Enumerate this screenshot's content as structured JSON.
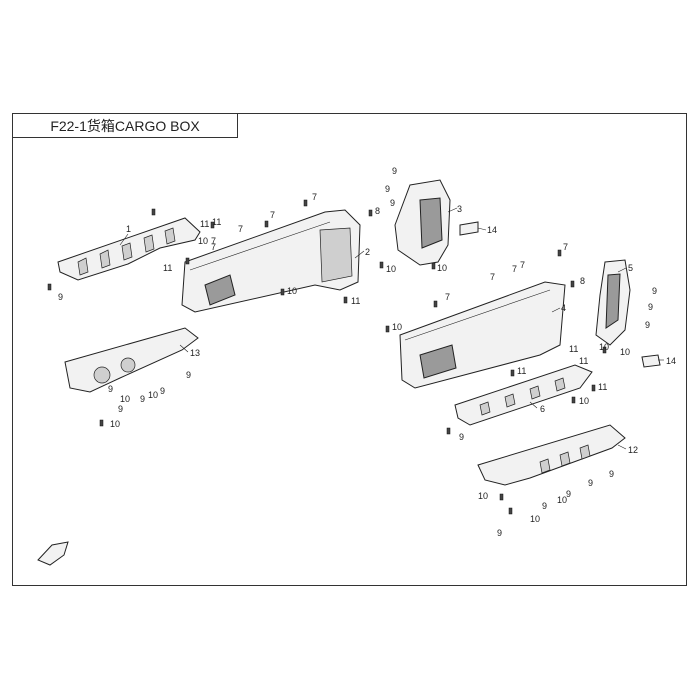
{
  "diagram": {
    "title": "F22-1货箱CARGO BOX",
    "labels": [
      {
        "id": "l1",
        "text": "1"
      },
      {
        "id": "l2",
        "text": "2"
      },
      {
        "id": "l3",
        "text": "3"
      },
      {
        "id": "l4",
        "text": "4"
      },
      {
        "id": "l5",
        "text": "5"
      },
      {
        "id": "l6",
        "text": "6"
      },
      {
        "id": "l7a",
        "text": "7"
      },
      {
        "id": "l7b",
        "text": "7"
      },
      {
        "id": "l7c",
        "text": "7"
      },
      {
        "id": "l7d",
        "text": "7"
      },
      {
        "id": "l7e",
        "text": "7"
      },
      {
        "id": "l7f",
        "text": "7"
      },
      {
        "id": "l7g",
        "text": "7"
      },
      {
        "id": "l7h",
        "text": "7"
      },
      {
        "id": "l7i",
        "text": "7"
      },
      {
        "id": "l7j",
        "text": "7"
      },
      {
        "id": "l8a",
        "text": "8"
      },
      {
        "id": "l8b",
        "text": "8"
      },
      {
        "id": "l9a",
        "text": "9"
      },
      {
        "id": "l9b",
        "text": "9"
      },
      {
        "id": "l9c",
        "text": "9"
      },
      {
        "id": "l9d",
        "text": "9"
      },
      {
        "id": "l9e",
        "text": "9"
      },
      {
        "id": "l9f",
        "text": "9"
      },
      {
        "id": "l9g",
        "text": "9"
      },
      {
        "id": "l9h",
        "text": "9"
      },
      {
        "id": "l9i",
        "text": "9"
      },
      {
        "id": "l9j",
        "text": "9"
      },
      {
        "id": "l9k",
        "text": "9"
      },
      {
        "id": "l9l",
        "text": "9"
      },
      {
        "id": "l9m",
        "text": "9"
      },
      {
        "id": "l9n",
        "text": "9"
      },
      {
        "id": "l9o",
        "text": "9"
      },
      {
        "id": "l9p",
        "text": "9"
      },
      {
        "id": "l9q",
        "text": "9"
      },
      {
        "id": "l9r",
        "text": "9"
      },
      {
        "id": "l10a",
        "text": "10"
      },
      {
        "id": "l10b",
        "text": "10"
      },
      {
        "id": "l10c",
        "text": "10"
      },
      {
        "id": "l10d",
        "text": "10"
      },
      {
        "id": "l10e",
        "text": "10"
      },
      {
        "id": "l10f",
        "text": "10"
      },
      {
        "id": "l10g",
        "text": "10"
      },
      {
        "id": "l10h",
        "text": "10"
      },
      {
        "id": "l10i",
        "text": "10"
      },
      {
        "id": "l10j",
        "text": "10"
      },
      {
        "id": "l10k",
        "text": "10"
      },
      {
        "id": "l10l",
        "text": "10"
      },
      {
        "id": "l10m",
        "text": "10"
      },
      {
        "id": "l10n",
        "text": "10"
      },
      {
        "id": "l11a",
        "text": "11"
      },
      {
        "id": "l11b",
        "text": "11"
      },
      {
        "id": "l11c",
        "text": "11"
      },
      {
        "id": "l11d",
        "text": "11"
      },
      {
        "id": "l11e",
        "text": "11"
      },
      {
        "id": "l11f",
        "text": "11"
      },
      {
        "id": "l11g",
        "text": "11"
      },
      {
        "id": "l11h",
        "text": "11"
      },
      {
        "id": "l12",
        "text": "12"
      },
      {
        "id": "l13",
        "text": "13"
      },
      {
        "id": "l14a",
        "text": "14"
      },
      {
        "id": "l14b",
        "text": "14"
      }
    ]
  }
}
